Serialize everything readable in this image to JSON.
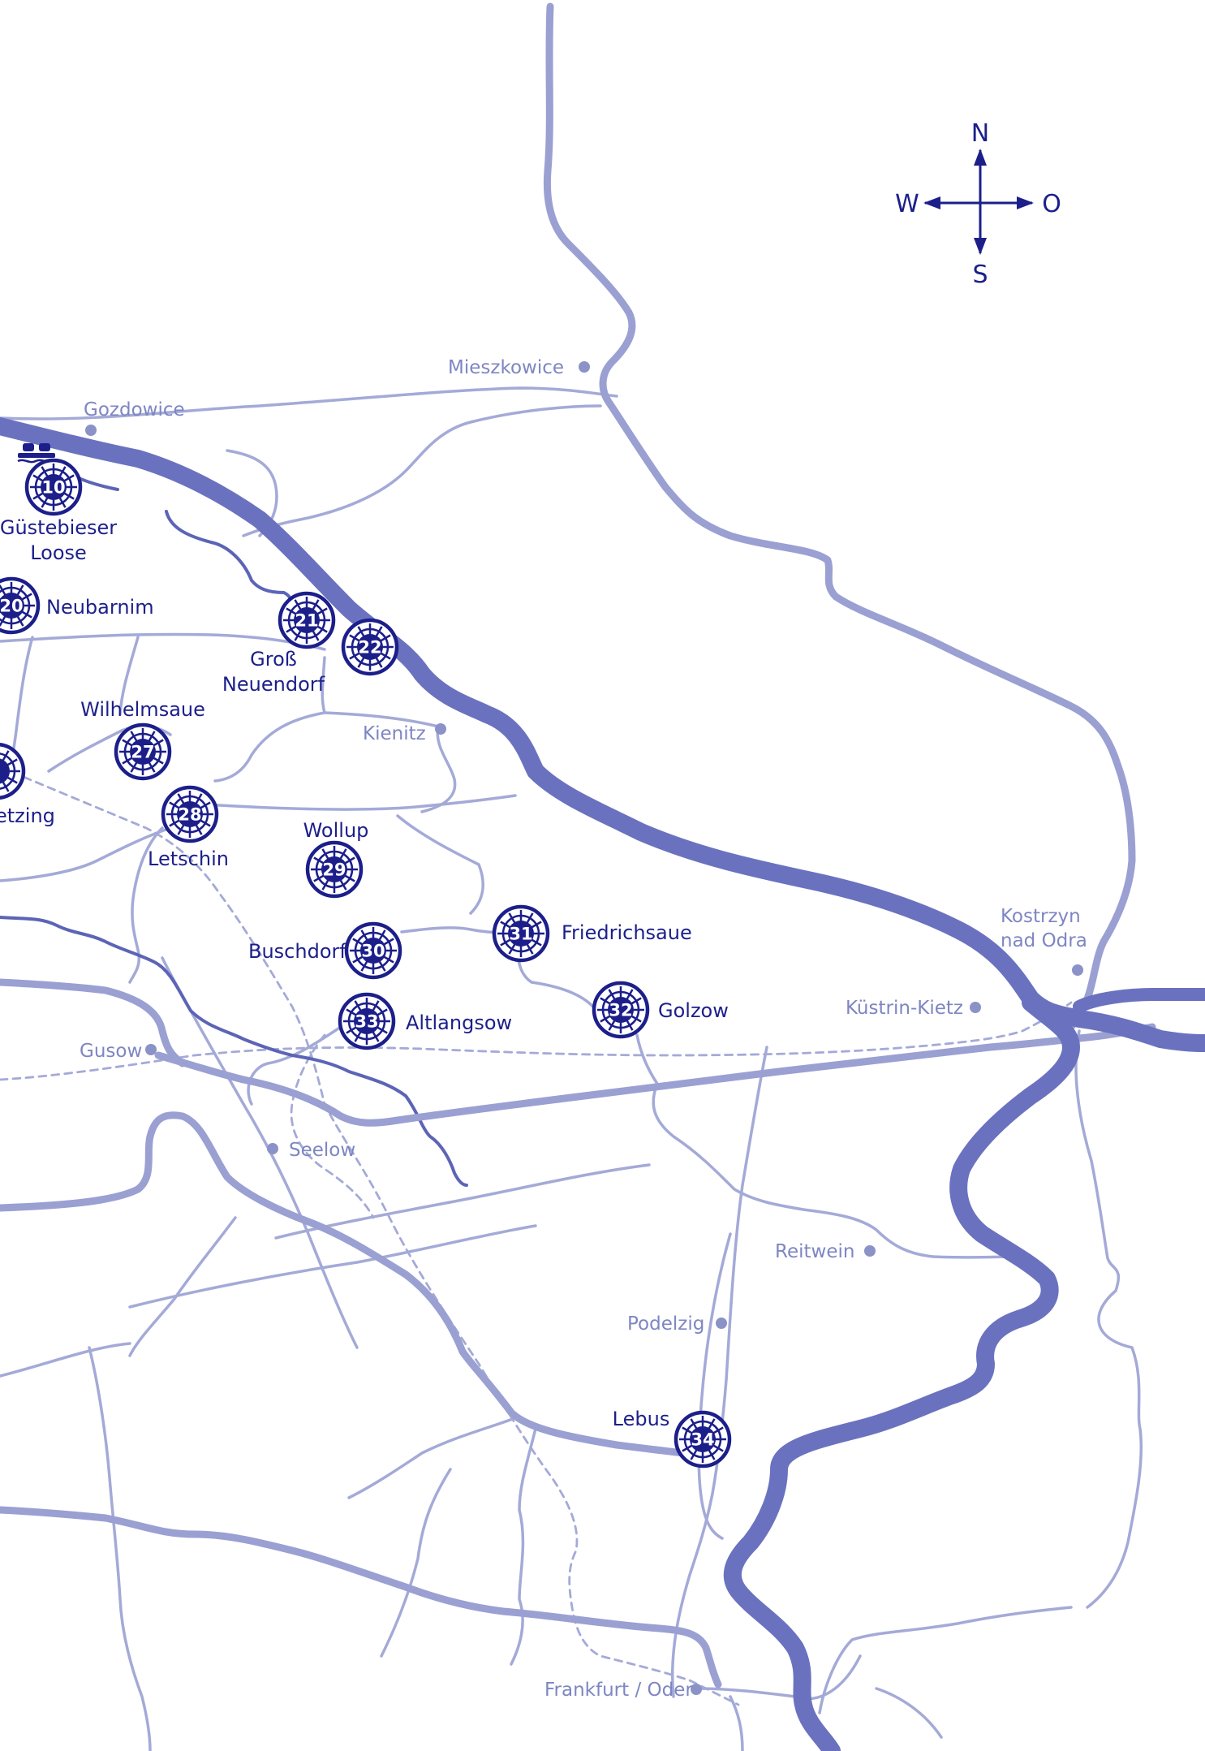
{
  "colors": {
    "oder": "#6a72bf",
    "major_road": "#9aa0d2",
    "minor_road": "#a4aad7",
    "dark_marker": "#1c1f8a",
    "light_label": "#7e86c2",
    "dark_label": "#1c1f8a"
  },
  "compass": {
    "north": "N",
    "south": "S",
    "west": "W",
    "east": "O"
  },
  "stations": {
    "s10": {
      "number": "10",
      "label_line1": "Güstebieser",
      "label_line2": "Loose"
    },
    "s20": {
      "number": "20",
      "label": "Neubarnim"
    },
    "s21": {
      "number": "21",
      "label_line1": "Groß",
      "label_line2": "Neuendorf"
    },
    "s22": {
      "number": "22"
    },
    "s26": {
      "label": "etzing"
    },
    "s27": {
      "number": "27",
      "label": "Wilhelmsaue"
    },
    "s28": {
      "number": "28",
      "label": "Letschin"
    },
    "s29": {
      "number": "29",
      "label": "Wollup"
    },
    "s30": {
      "number": "30",
      "label": "Buschdorf"
    },
    "s31": {
      "number": "31",
      "label": "Friedrichsaue"
    },
    "s32": {
      "number": "32",
      "label": "Golzow"
    },
    "s33": {
      "number": "33",
      "label": "Altlangsow"
    },
    "s34": {
      "number": "34",
      "label": "Lebus"
    }
  },
  "places": {
    "mieszkowice": "Mieszkowice",
    "gozdowice": "Gozdowice",
    "kienitz": "Kienitz",
    "kostrzyn_line1": "Kostrzyn",
    "kostrzyn_line2": "nad Odra",
    "kuestrin": "Küstrin-Kietz",
    "gusow": "Gusow",
    "seelow": "Seelow",
    "reitwein": "Reitwein",
    "podelzig": "Podelzig",
    "frankfurt": "Frankfurt / Oder"
  },
  "icons": {
    "ferry": "ferry-icon",
    "station_badge": "station-wheel-icon",
    "place_dot": "place-dot-icon",
    "compass": "compass-rose-icon"
  }
}
